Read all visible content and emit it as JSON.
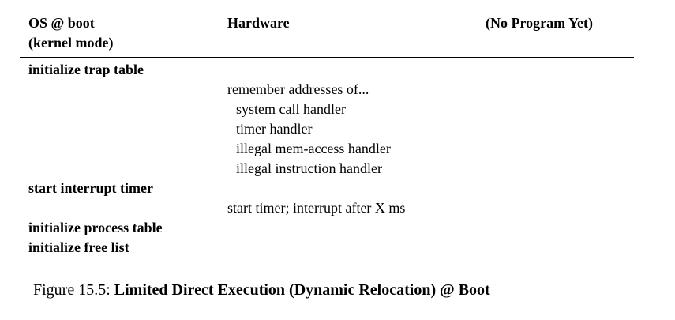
{
  "page": {
    "background_color": "#ffffff",
    "text_color": "#000000",
    "rule_color": "#000000"
  },
  "table": {
    "header": {
      "col1_line1": "OS @ boot",
      "col1_line2": "(kernel mode)",
      "col2": "Hardware",
      "col3": "(No Program Yet)"
    },
    "rows": [
      {
        "column": "os",
        "indent": 0,
        "text": "initialize trap table"
      },
      {
        "column": "hardware",
        "indent": 0,
        "text": "remember addresses of..."
      },
      {
        "column": "hardware",
        "indent": 1,
        "text": "system call handler"
      },
      {
        "column": "hardware",
        "indent": 1,
        "text": "timer handler"
      },
      {
        "column": "hardware",
        "indent": 1,
        "text": "illegal mem-access handler"
      },
      {
        "column": "hardware",
        "indent": 1,
        "text": "illegal instruction handler"
      },
      {
        "column": "os",
        "indent": 0,
        "text": "start interrupt timer"
      },
      {
        "column": "hardware",
        "indent": 0,
        "text": "start timer; interrupt after X ms"
      },
      {
        "column": "os",
        "indent": 0,
        "text": "initialize process table"
      },
      {
        "column": "os",
        "indent": 0,
        "text": "initialize free list"
      }
    ]
  },
  "caption": {
    "label": "Figure 15.5:",
    "title": "Limited Direct Execution (Dynamic Relocation) @ Boot"
  }
}
